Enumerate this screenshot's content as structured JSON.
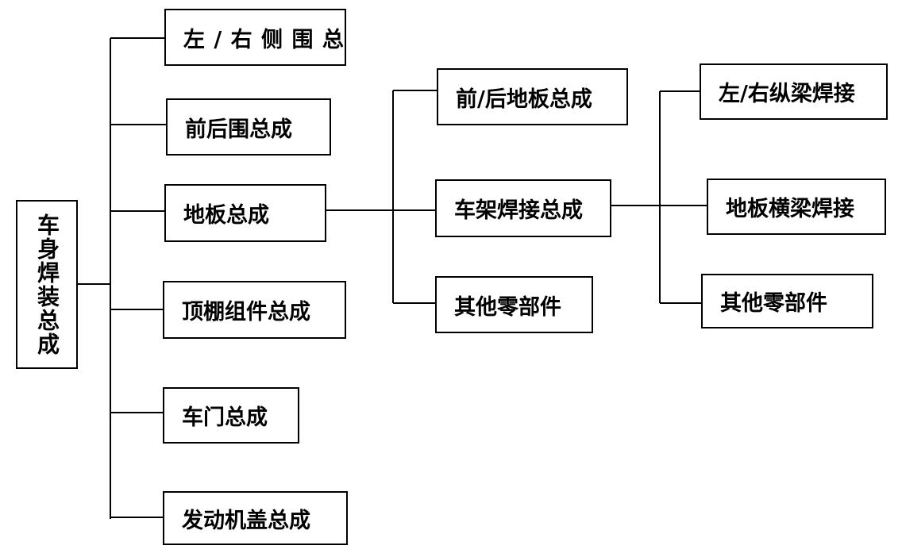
{
  "root": {
    "label": "车身焊装总成"
  },
  "level1": [
    {
      "label": "左 / 右 侧 围 总"
    },
    {
      "label": "前后围总成"
    },
    {
      "label": "地板总成"
    },
    {
      "label": "顶棚组件总成"
    },
    {
      "label": "车门总成"
    },
    {
      "label": "发动机盖总成"
    }
  ],
  "level2": [
    {
      "label": "前/后地板总成"
    },
    {
      "label": "车架焊接总成"
    },
    {
      "label": "其他零部件"
    }
  ],
  "level3": [
    {
      "label": "左/右纵梁焊接"
    },
    {
      "label": "地板横梁焊接"
    },
    {
      "label": "其他零部件"
    }
  ],
  "colors": {
    "line": "#000000",
    "box_border": "#000000",
    "background": "#ffffff"
  }
}
